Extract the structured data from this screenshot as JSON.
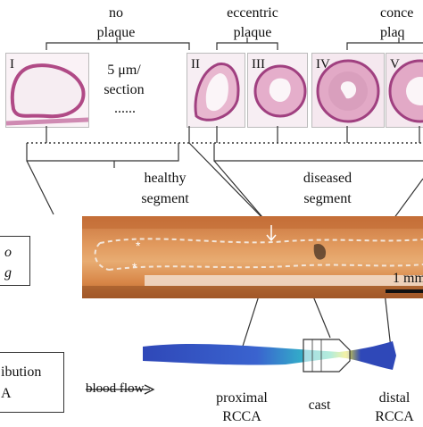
{
  "groups": {
    "no_plaque": "no\nplaque",
    "eccentric_plaque": "eccentric\nplaque",
    "concentric_plaque": "conce\nplaq"
  },
  "panels": [
    "I",
    "II",
    "III",
    "IV",
    "V"
  ],
  "section_note": "5 μm/\nsection",
  "ellipsis": "......",
  "segments": {
    "healthy": "healthy\nsegment",
    "diseased": "diseased\nsegment"
  },
  "scale_bar": "1 mm",
  "left_boxes": {
    "top_partial": "o\ng",
    "bottom_partial": "ibution\nA"
  },
  "flow": {
    "label": "blood flow"
  },
  "model_labels": {
    "proximal": "proximal\nRCCA",
    "cast": "cast",
    "distal": "distal\nRCCA"
  },
  "colors": {
    "histology_pink": "#e8b7cf",
    "photo_orange": "#d98a4a",
    "model_blue": "#3a5bc7",
    "model_cyan": "#3cc6d8"
  }
}
